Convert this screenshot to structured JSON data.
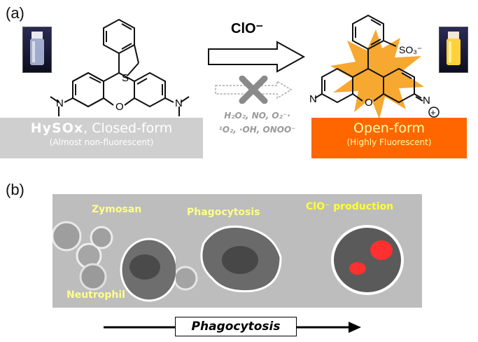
{
  "panel_a": {
    "label": "(a)",
    "reaction_arrow_label": "ClO⁻",
    "interferent_line1": "H₂O₂, NO, O₂⁻·",
    "interferent_line2": "¹O₂, ·OH, ONOO⁻",
    "closed_form": {
      "name": "HySOx",
      "title_rest": ", Closed-form",
      "subtitle": "(Almost non-fluorescent)"
    },
    "open_form": {
      "title": "Open-form",
      "subtitle": "(Highly Fluorescent)"
    },
    "molecule_labels": {
      "sulfur": "S",
      "oxygen_left": "O",
      "oxygen_right": "O",
      "nitrogen": "N",
      "nitrogen_plus": "N",
      "plus": "+",
      "sulfonate": "SO₃⁻"
    }
  },
  "panel_b": {
    "label": "(b)",
    "images": [
      {
        "labels": [
          "Zymosan",
          "Neutrophil"
        ]
      },
      {
        "labels": [
          "Phagocytosis"
        ]
      },
      {
        "labels": [
          "ClO⁻ production"
        ]
      }
    ],
    "timeline_label": "Phagocytosis"
  },
  "colors": {
    "closed_box": "#cfcfcf",
    "open_box": "#ff6600",
    "starburst": "#f7a830",
    "micro_label": "#ffff88",
    "fluorescence_red": "#ff3030"
  }
}
